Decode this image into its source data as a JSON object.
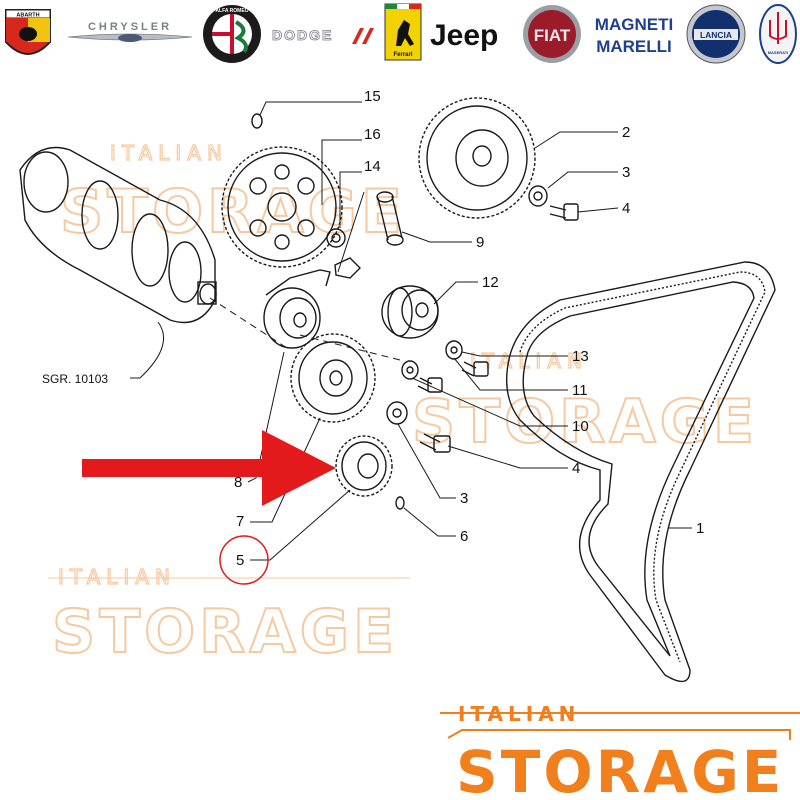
{
  "brands": {
    "abarth": "ABARTH",
    "chrysler": "CHRYSLER",
    "alfa_romeo": "ALFA ROMEO",
    "dodge": "DODGE",
    "ferrari": "Ferrari",
    "jeep": "Jeep",
    "fiat": "FIAT",
    "magneti_marelli": [
      "MAGNETI",
      "MARELLI"
    ],
    "lancia": "LANCIA",
    "maserati": "MASERATI"
  },
  "callouts": [
    {
      "n": "15"
    },
    {
      "n": "16"
    },
    {
      "n": "14"
    },
    {
      "n": "2"
    },
    {
      "n": "3"
    },
    {
      "n": "4"
    },
    {
      "n": "9"
    },
    {
      "n": "12"
    },
    {
      "n": "13"
    },
    {
      "n": "11"
    },
    {
      "n": "10"
    },
    {
      "n": "4"
    },
    {
      "n": "3"
    },
    {
      "n": "6"
    },
    {
      "n": "1"
    },
    {
      "n": "8"
    },
    {
      "n": "7"
    },
    {
      "n": "5"
    }
  ],
  "reference": "SGR. 10103",
  "watermark": {
    "top": "ITALIAN",
    "bottom": "STORAGE"
  },
  "brand_footer": {
    "top": "ITALIAN",
    "bottom": "STORAGE"
  },
  "colors": {
    "accent_orange": "#f07f1c",
    "watermark": "#f6c9a0",
    "arrow_red": "#e3191b",
    "highlight_circle": "#e3191b"
  }
}
